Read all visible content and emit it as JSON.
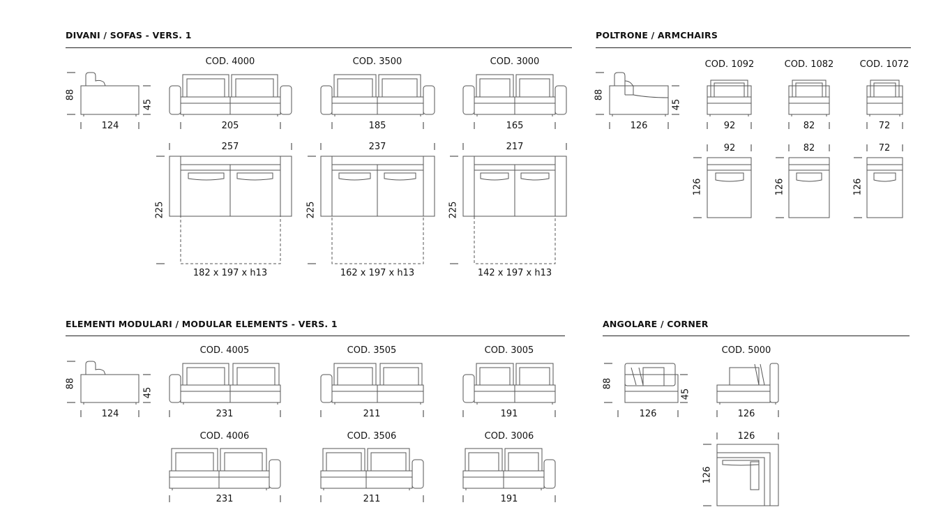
{
  "sections": {
    "sofas": "DIVANI / SOFAS - VERS. 1",
    "armchairs": "POLTRONE / ARMCHAIRS",
    "modular": "ELEMENTI MODULARI / MODULAR ELEMENTS - VERS. 1",
    "corner": "ANGOLARE / CORNER"
  },
  "sofas": {
    "side_height": "88",
    "side_depth": "124",
    "seat_height": "45",
    "items": [
      {
        "code": "COD. 4000",
        "front_width": "205",
        "top_width": "257",
        "depth": "225",
        "mattress": "182 x 197 x h13"
      },
      {
        "code": "COD. 3500",
        "front_width": "185",
        "top_width": "237",
        "depth": "225",
        "mattress": "162 x 197 x h13"
      },
      {
        "code": "COD. 3000",
        "front_width": "165",
        "top_width": "217",
        "depth": "225",
        "mattress": "142 x 197 x h13"
      }
    ]
  },
  "armchairs": {
    "side_height": "88",
    "side_depth": "126",
    "seat_height": "45",
    "items": [
      {
        "code": "COD. 1092",
        "front_width": "92",
        "top_width": "92",
        "depth": "126"
      },
      {
        "code": "COD. 1082",
        "front_width": "82",
        "top_width": "82",
        "depth": "126"
      },
      {
        "code": "COD. 1072",
        "front_width": "72",
        "top_width": "72",
        "depth": "126"
      }
    ]
  },
  "modular": {
    "side_height": "88",
    "side_depth": "124",
    "seat_height": "45",
    "row1": [
      {
        "code": "COD. 4005",
        "width": "231"
      },
      {
        "code": "COD. 3505",
        "width": "211"
      },
      {
        "code": "COD. 3005",
        "width": "191"
      }
    ],
    "row2": [
      {
        "code": "COD. 4006",
        "width": "231"
      },
      {
        "code": "COD. 3506",
        "width": "211"
      },
      {
        "code": "COD. 3006",
        "width": "191"
      }
    ]
  },
  "corner": {
    "code": "COD. 5000",
    "side_height": "88",
    "side_depth": "126",
    "seat_height": "45",
    "front_width": "126",
    "top_width": "126",
    "depth": "126"
  }
}
